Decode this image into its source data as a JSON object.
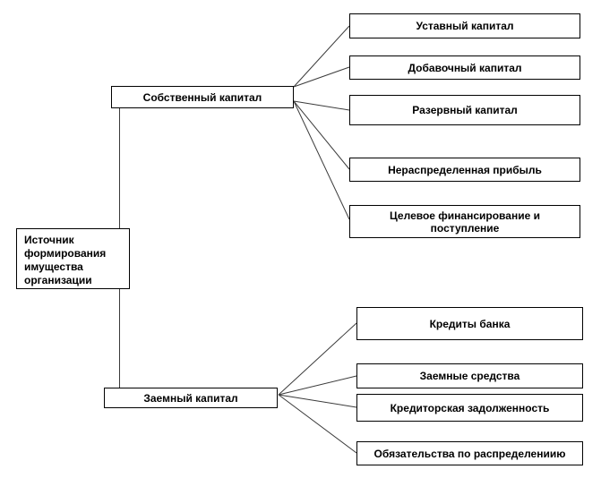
{
  "diagram": {
    "root_label": "Источник формирования имущества организации",
    "groups": [
      {
        "label": "Собственный капитал",
        "children": [
          "Уставный капитал",
          "Добавочный капитал",
          "Разервный капитал",
          "Нераспределенная прибыль",
          "Целевое финансирование и поступление"
        ]
      },
      {
        "label": "Заемный капитал",
        "children": [
          "Кредиты банка",
          "Заемные средства",
          "Кредиторская задолженность",
          "Обязательства по распределениию"
        ]
      }
    ],
    "colors": {
      "background": "#ffffff",
      "box_border": "#000000",
      "connector_line": "#3a3a3a",
      "text": "#000000"
    }
  }
}
